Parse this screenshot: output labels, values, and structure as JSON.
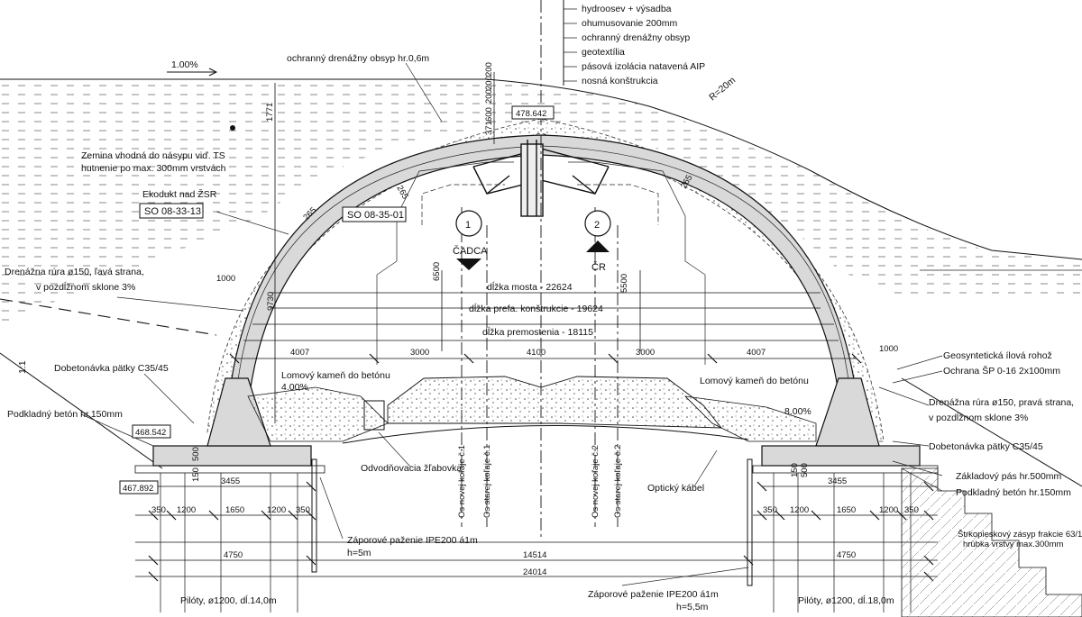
{
  "labels": {
    "layers": [
      "hydroosev + výsadba",
      "ohumusovanie 200mm",
      "ochranný drenážny obsyp",
      "geotextília",
      "pásová izolácia natavená AIP",
      "nosná konštrukcia"
    ],
    "slope_top": "1.00%",
    "drain_cover": "ochranný drenážny obsyp hr.0,6m",
    "radius": "R=20m",
    "elev_top": "478.642",
    "soil_note_1": "Zemina vhodná do násypu viď. TS",
    "soil_note_2": "hutnenie po max. 300mm vrstvách",
    "ecoduct": "Ekodukt nad ŽSR",
    "so1": "SO 08-33-13",
    "so2": "SO 08-35-01",
    "track1_no": "1",
    "track2_no": "2",
    "track1_dir": "ČADCA",
    "track2_dir": "ČR",
    "drain_left_1": "Drenážna rúra ø150, ľavá strana,",
    "drain_left_2": "v pozdĺžnom sklone 3%",
    "dim_1000_left": "1000",
    "dim_1000_right": "1000",
    "len_bridge": "dĺžka mosta - 22624",
    "len_prefab": "dĺžka prefa. konštrukcie - 19624",
    "len_span": "dĺžka premostenia - 18115",
    "dim_4007_l": "4007",
    "dim_3000_l": "3000",
    "dim_4100": "4100",
    "dim_3000_r": "3000",
    "dim_4007_r": "4007",
    "v_1771": "1771",
    "v_200a": "200",
    "v_200b": "200",
    "v_200c": "200",
    "v_371": "371",
    "v_600": "600",
    "v_9730": "9730",
    "v_6500": "6500",
    "v_5500": "5500",
    "v_265l": "265",
    "v_265r": "265",
    "v_265b": "265",
    "slope_1_1": "1:1",
    "bedding_left": "Dobetonávka pätky C35/45",
    "rubble_left": "Lomový kameň do betónu",
    "slope_4": "4.00%",
    "rubble_right": "Lomový kameň do betónu",
    "slope_8": "8.00%",
    "geo_mat": "Geosyntetická ílová rohož",
    "protect": "Ochrana ŠP 0-16 2x100mm",
    "drain_right_1": "Drenážna rúra ø150, pravá strana,",
    "drain_right_2": "v pozdĺžnom sklone 3%",
    "bedding_right": "Dobetonávka pätky C35/45",
    "lean_left": "Podkladný betón hr.150mm",
    "elev_468": "468.542",
    "elev_467": "467.892",
    "v_500l": "500",
    "v_150l": "150",
    "v_500r": "500",
    "v_150r": "150",
    "gutter": "Odvodňovacia žľabovka",
    "axis_new1": "Os novej koľaje č.1",
    "axis_old1": "Os starej koľaje č.1",
    "axis_new2": "Os novej koľaje č.2",
    "axis_old2": "Os starej koľaje č.2",
    "optic": "Optický kábel",
    "strip": "Základový pás hr.500mm",
    "lean_right": "Podkladný betón hr.150mm",
    "gravel_1": "Štrkopieskový zásyp frakcie 63/125",
    "gravel_2": "hrúbka vrstvy max.300mm",
    "d3455l": "3455",
    "d3455r": "3455",
    "d350a": "350",
    "d1200a": "1200",
    "d1650a": "1650",
    "d1200b": "1200",
    "d350b": "350",
    "d350c": "350",
    "d1200c": "1200",
    "d1650b": "1650",
    "d1200d": "1200",
    "d350d": "350",
    "d4750l": "4750",
    "d4750r": "4750",
    "d14514": "14514",
    "d24014": "24014",
    "sheet_left_1": "Záporové paženie IPE200 á1m",
    "sheet_left_2": "h=5m",
    "sheet_right_1": "Záporové paženie IPE200 á1m",
    "sheet_right_2": "h=5,5m",
    "piles_left": "Pilóty, ø1200, dĺ.14,0m",
    "piles_right": "Pilóty, ø1200, dĺ.18,0m"
  }
}
